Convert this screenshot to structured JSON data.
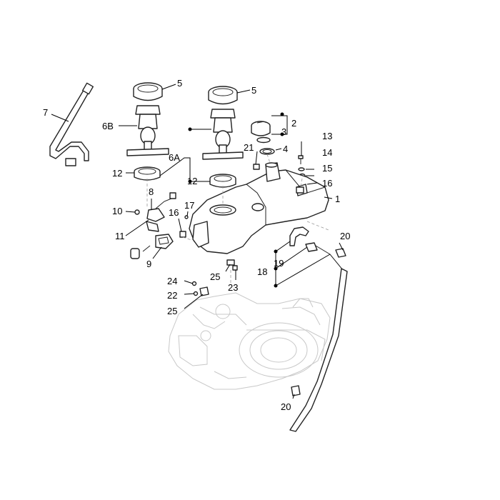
{
  "callouts": {
    "c1": "1",
    "c2": "2",
    "c3": "3",
    "c4": "4",
    "c5a": "5",
    "c5b": "5",
    "c6a": "6A",
    "c6b": "6B",
    "c7": "7",
    "c8": "8",
    "c9": "9",
    "c10": "10",
    "c11": "11",
    "c12a": "12",
    "c12b": "12",
    "c13": "13",
    "c14": "14",
    "c15": "15",
    "c16a": "16",
    "c16b": "16",
    "c17": "17",
    "c18": "18",
    "c19": "19",
    "c20a": "20",
    "c20b": "20",
    "c21": "21",
    "c22": "22",
    "c23": "23",
    "c24": "24",
    "c25a": "25",
    "c25b": "25"
  }
}
